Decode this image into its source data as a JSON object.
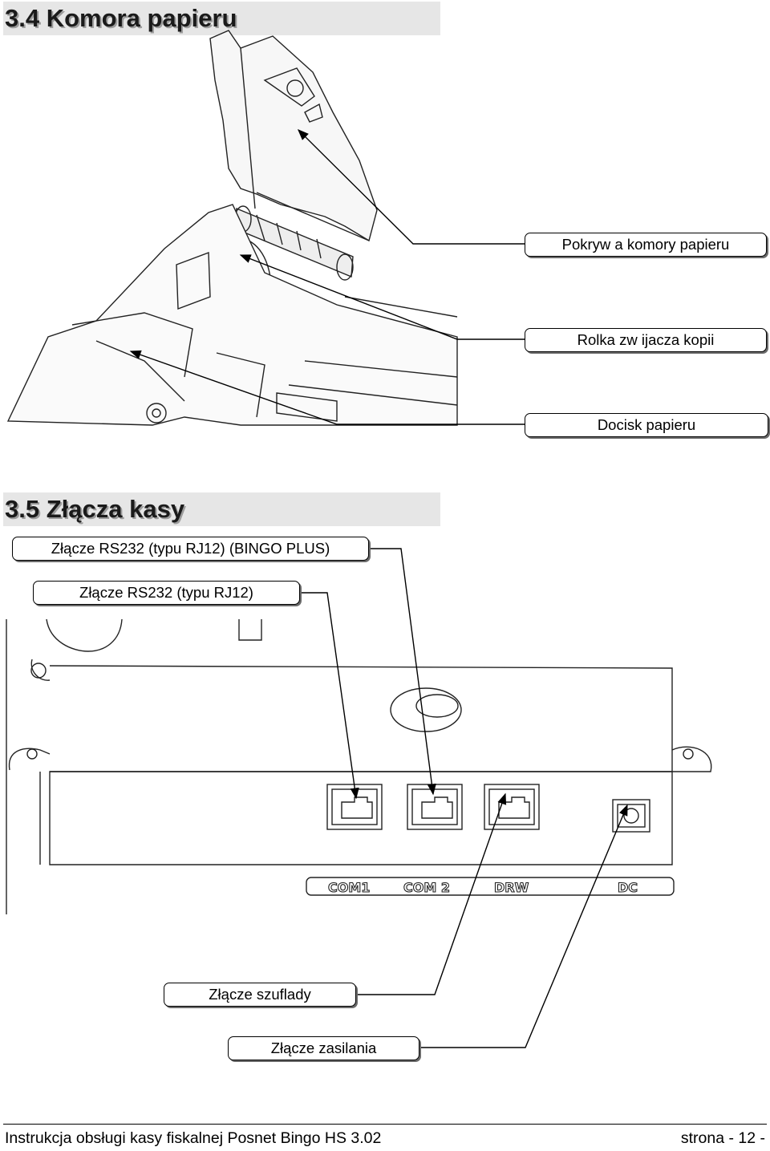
{
  "sections": {
    "paper": {
      "title": "3.4 Komora papieru"
    },
    "connectors": {
      "title": "3.5 Złącza kasy"
    }
  },
  "callouts": {
    "cover": "Pokryw a komory papieru",
    "roller": "Rolka zw ijacza kopii",
    "presser": "Docisk papieru",
    "rs232_bingo_plus": "Złącze RS232 (typu RJ12) (BINGO PLUS)",
    "rs232": "Złącze RS232 (typu RJ12)",
    "drawer": "Złącze szuflady",
    "power": "Złącze zasilania"
  },
  "port_labels": [
    "COM1",
    "COM 2",
    "DRW",
    "DC"
  ],
  "footer": {
    "left": "Instrukcja obsługi kasy fiskalnej Posnet Bingo HS 3.02",
    "right": "strona  - 12 -"
  },
  "colors": {
    "title_band": "#e6e6e6",
    "line": "#000000",
    "shadow": "#6a6a6a"
  }
}
